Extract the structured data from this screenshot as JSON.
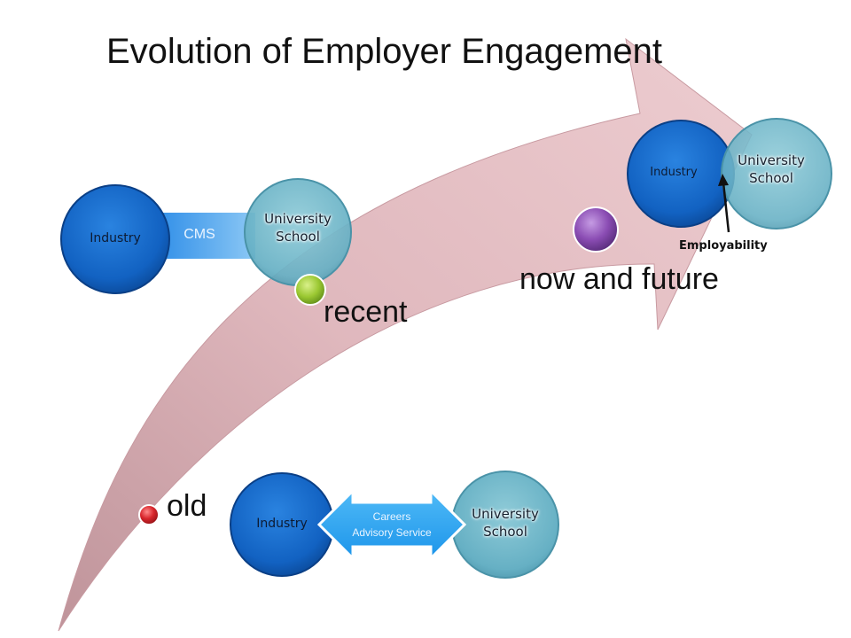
{
  "title": "Evolution of Employer Engagement",
  "stages": {
    "old": "old",
    "recent": "recent",
    "now": "now and future"
  },
  "groups": {
    "old": {
      "industry": "Industry",
      "university_line1": "University",
      "university_line2": "School",
      "connector_line1": "Careers",
      "connector_line2": "Advisory Service"
    },
    "recent": {
      "industry": "Industry",
      "university_line1": "University",
      "university_line2": "School",
      "connector": "CMS"
    },
    "now": {
      "industry": "Industry",
      "university_line1": "University",
      "university_line2": "School",
      "annotation": "Employability"
    }
  },
  "colors": {
    "industry": "#1565c8",
    "university": "#6ab4c8",
    "arrow": "#e3b4bb",
    "dot_old": "#d8262c",
    "dot_recent": "#9bc832",
    "dot_now": "#8a4cb3",
    "connector": "#2ea7f2"
  }
}
